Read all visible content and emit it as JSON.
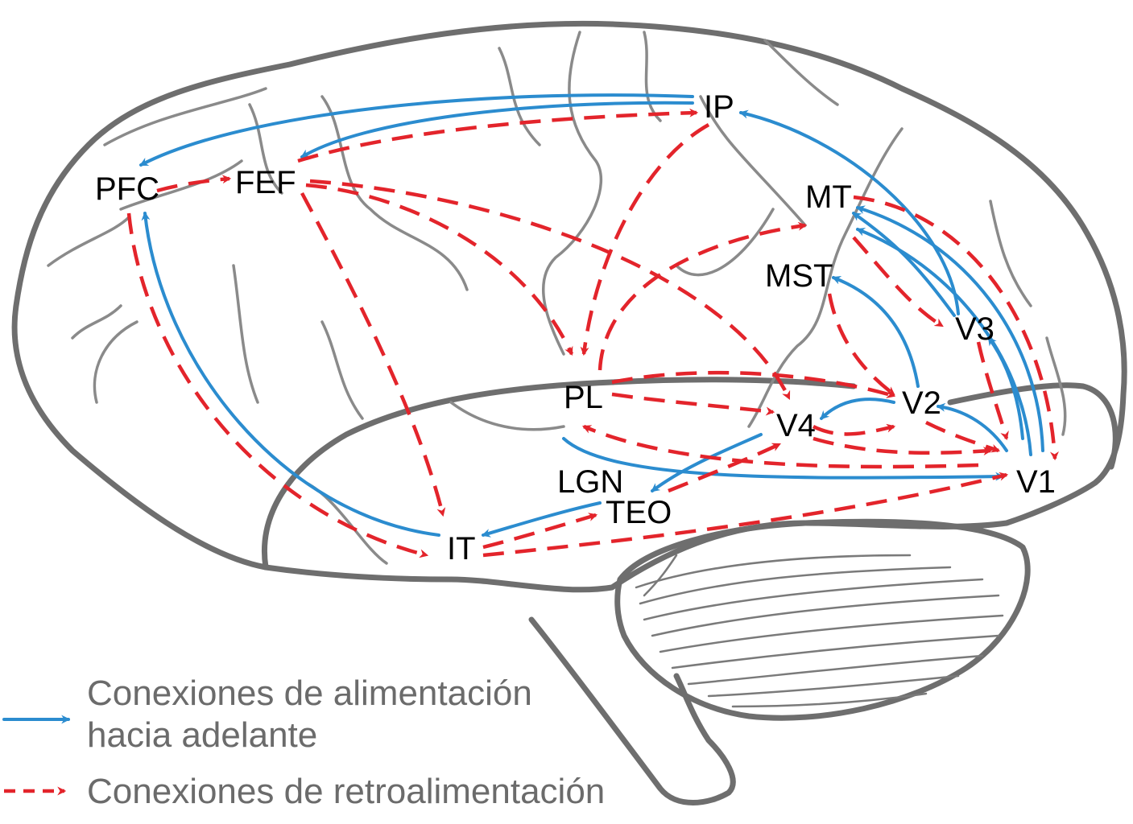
{
  "diagram": {
    "type": "brain-connectivity",
    "colors": {
      "feedforward": "#2b8ccf",
      "feedback": "#e3242b",
      "outline": "#6e6e6e",
      "label": "#000000",
      "legend_text": "#6b6b6b"
    },
    "nodes": {
      "PFC": "PFC",
      "FEF": "FEF",
      "IP": "IP",
      "MT": "MT",
      "MST": "MST",
      "V3": "V3",
      "PL": "PL",
      "V2": "V2",
      "V4": "V4",
      "LGN": "LGN",
      "TEO": "TEO",
      "V1": "V1",
      "IT": "IT"
    },
    "feedforward_connections": [
      [
        "IP",
        "PFC"
      ],
      [
        "IP",
        "FEF"
      ],
      [
        "IT",
        "PFC"
      ],
      [
        "V3",
        "IP"
      ],
      [
        "V3",
        "MT"
      ],
      [
        "V2",
        "MT"
      ],
      [
        "V2",
        "MST"
      ],
      [
        "V1",
        "MT"
      ],
      [
        "V1",
        "V3"
      ],
      [
        "V1",
        "V2"
      ],
      [
        "V2",
        "V4"
      ],
      [
        "V4",
        "TEO"
      ],
      [
        "TEO",
        "IT"
      ],
      [
        "LGN",
        "V1"
      ]
    ],
    "feedback_connections": [
      [
        "PFC",
        "FEF"
      ],
      [
        "FEF",
        "IP"
      ],
      [
        "PFC",
        "IT"
      ],
      [
        "FEF",
        "IT"
      ],
      [
        "FEF",
        "PL"
      ],
      [
        "FEF",
        "V4"
      ],
      [
        "IP",
        "PL"
      ],
      [
        "PL",
        "MT"
      ],
      [
        "PL",
        "V4"
      ],
      [
        "PL",
        "V2"
      ],
      [
        "MT",
        "V3"
      ],
      [
        "MT",
        "V1"
      ],
      [
        "MST",
        "V2"
      ],
      [
        "V3",
        "V1"
      ],
      [
        "V4",
        "V2"
      ],
      [
        "V4",
        "V1"
      ],
      [
        "V2",
        "V1"
      ],
      [
        "V1",
        "PL"
      ],
      [
        "TEO",
        "V4"
      ],
      [
        "IT",
        "TEO"
      ],
      [
        "IT",
        "V1"
      ]
    ]
  },
  "legend": {
    "feedforward_line1": "Conexiones de alimentación",
    "feedforward_line2": "hacia adelante",
    "feedback": "Conexiones de retroalimentación"
  }
}
